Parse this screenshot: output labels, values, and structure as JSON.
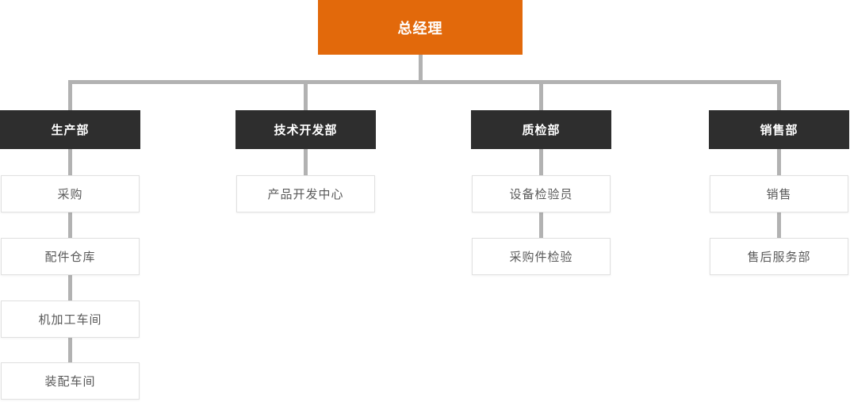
{
  "root": {
    "label": "总经理"
  },
  "departments": [
    {
      "label": "生产部",
      "children": [
        "采购",
        "配件仓库",
        "机加工车间",
        "装配车间"
      ]
    },
    {
      "label": "技术开发部",
      "children": [
        "产品开发中心"
      ]
    },
    {
      "label": "质检部",
      "children": [
        "设备检验员",
        "采购件检验"
      ]
    },
    {
      "label": "销售部",
      "children": [
        "销售",
        "售后服务部"
      ]
    }
  ],
  "colors": {
    "root_bg": "#E2690B",
    "root_text": "#FFFFFF",
    "dept_bg": "#2E2E2E",
    "dept_text": "#FFFFFF",
    "child_bg": "#FFFFFF",
    "child_border": "#E0E0E0",
    "child_text": "#595959",
    "connector": "#B2B2B2"
  }
}
